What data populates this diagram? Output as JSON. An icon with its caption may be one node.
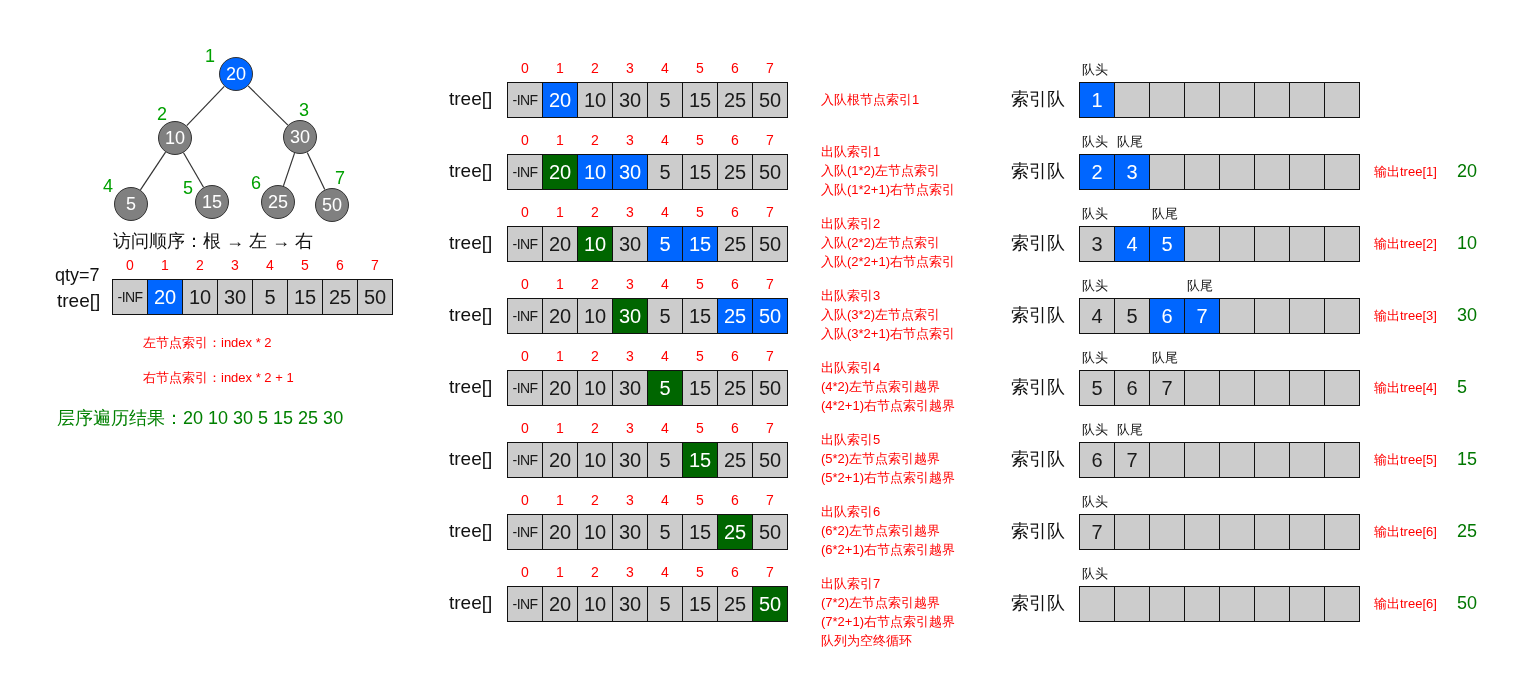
{
  "diagram": {
    "nodes": [
      {
        "text": [
          "20"
        ],
        "beside": [
          "1"
        ]
      },
      {
        "text": [
          "10"
        ],
        "beside": [
          "2"
        ]
      },
      {
        "text": [
          "30"
        ],
        "beside": [
          "3"
        ]
      },
      {
        "text": [
          "5"
        ],
        "beside": [
          "4"
        ]
      },
      {
        "text": [
          "15"
        ],
        "beside": [
          "5"
        ]
      },
      {
        "text": [
          "25"
        ],
        "beside": [
          "6"
        ]
      },
      {
        "text": [
          "50"
        ],
        "beside": [
          "7"
        ]
      },
      {
        "text": [
          "-INF"
        ],
        "beside": [
          "0"
        ]
      },
      {
        "text": [
          "20"
        ],
        "beside": [
          "1"
        ]
      },
      {
        "text": [
          "10"
        ],
        "beside": [
          "2"
        ]
      },
      {
        "text": [
          "30"
        ],
        "beside": [
          "3"
        ]
      },
      {
        "text": [
          "5"
        ],
        "beside": [
          "4"
        ]
      },
      {
        "text": [
          "15"
        ],
        "beside": [
          "5"
        ]
      },
      {
        "text": [
          "25"
        ],
        "beside": [
          "6"
        ]
      },
      {
        "text": [
          "50"
        ],
        "beside": [
          "7"
        ]
      },
      {
        "text": [
          "-INF"
        ],
        "beside": [
          "0"
        ]
      },
      {
        "text": [
          "20"
        ],
        "beside": [
          "1"
        ]
      },
      {
        "text": [
          "10"
        ],
        "beside": [
          "2"
        ]
      },
      {
        "text": [
          "30"
        ],
        "beside": [
          "3"
        ]
      },
      {
        "text": [
          "5"
        ],
        "beside": [
          "4"
        ]
      },
      {
        "text": [
          "15"
        ],
        "beside": [
          "5"
        ]
      },
      {
        "text": [
          "25"
        ],
        "beside": [
          "6"
        ]
      },
      {
        "text": [
          "50"
        ],
        "beside": [
          "7"
        ]
      },
      {
        "text": [
          "1"
        ],
        "beside": [
          "队头"
        ]
      },
      {
        "text": [],
        "shape": "box"
      },
      {
        "text": [],
        "shape": "box"
      },
      {
        "text": [],
        "shape": "box"
      },
      {
        "text": [],
        "shape": "box"
      },
      {
        "text": [],
        "shape": "box"
      },
      {
        "text": [],
        "shape": "box"
      },
      {
        "text": [],
        "shape": "box"
      },
      {
        "text": [
          "-INF"
        ],
        "beside": [
          "0"
        ]
      },
      {
        "text": [
          "20"
        ],
        "beside": [
          "1"
        ]
      },
      {
        "text": [
          "10"
        ],
        "beside": [
          "2"
        ]
      },
      {
        "text": [
          "30"
        ],
        "beside": [
          "3"
        ]
      },
      {
        "text": [
          "5"
        ],
        "beside": [
          "4"
        ]
      },
      {
        "text": [
          "15"
        ],
        "beside": [
          "5"
        ]
      },
      {
        "text": [
          "25"
        ],
        "beside": [
          "6"
        ]
      },
      {
        "text": [
          "50"
        ],
        "beside": [
          "7"
        ]
      },
      {
        "text": [
          "2"
        ],
        "beside": [
          "队头"
        ]
      },
      {
        "text": [
          "3"
        ],
        "beside": [
          "队尾"
        ]
      },
      {
        "text": [],
        "shape": "box"
      },
      {
        "text": [],
        "shape": "box"
      },
      {
        "text": [],
        "shape": "box"
      },
      {
        "text": [],
        "shape": "box"
      },
      {
        "text": [],
        "shape": "box"
      },
      {
        "text": [],
        "shape": "box"
      },
      {
        "text": [
          "-INF"
        ],
        "beside": [
          "0"
        ]
      },
      {
        "text": [
          "20"
        ],
        "beside": [
          "1"
        ]
      },
      {
        "text": [
          "10"
        ],
        "beside": [
          "2"
        ]
      },
      {
        "text": [
          "30"
        ],
        "beside": [
          "3"
        ]
      },
      {
        "text": [
          "5"
        ],
        "beside": [
          "4"
        ]
      },
      {
        "text": [
          "15"
        ],
        "beside": [
          "5"
        ]
      },
      {
        "text": [
          "25"
        ],
        "beside": [
          "6"
        ]
      },
      {
        "text": [
          "50"
        ],
        "beside": [
          "7"
        ]
      },
      {
        "text": [
          "3"
        ],
        "beside": [
          "队头"
        ]
      },
      {
        "text": [
          "4"
        ]
      },
      {
        "text": [
          "5"
        ],
        "beside": [
          "队尾"
        ]
      },
      {
        "text": [],
        "shape": "box"
      },
      {
        "text": [],
        "shape": "box"
      },
      {
        "text": [],
        "shape": "box"
      },
      {
        "text": [],
        "shape": "box"
      },
      {
        "text": [],
        "shape": "box"
      },
      {
        "text": [
          "-INF"
        ],
        "beside": [
          "0"
        ]
      },
      {
        "text": [
          "20"
        ],
        "beside": [
          "1"
        ]
      },
      {
        "text": [
          "10"
        ],
        "beside": [
          "2"
        ]
      },
      {
        "text": [
          "30"
        ],
        "beside": [
          "3"
        ]
      },
      {
        "text": [
          "5"
        ],
        "beside": [
          "4"
        ]
      },
      {
        "text": [
          "15"
        ],
        "beside": [
          "5"
        ]
      },
      {
        "text": [
          "25"
        ],
        "beside": [
          "6"
        ]
      },
      {
        "text": [
          "50"
        ],
        "beside": [
          "7"
        ]
      },
      {
        "text": [
          "4"
        ],
        "beside": [
          "队头"
        ]
      },
      {
        "text": [
          "5"
        ]
      },
      {
        "text": [
          "6"
        ]
      },
      {
        "text": [
          "7"
        ],
        "beside": [
          "队尾"
        ]
      },
      {
        "text": [],
        "shape": "box"
      },
      {
        "text": [],
        "shape": "box"
      },
      {
        "text": [],
        "shape": "box"
      },
      {
        "text": [],
        "shape": "box"
      },
      {
        "text": [
          "-INF"
        ],
        "beside": [
          "0"
        ]
      },
      {
        "text": [
          "20"
        ],
        "beside": [
          "1"
        ]
      },
      {
        "text": [
          "10"
        ],
        "beside": [
          "2"
        ]
      },
      {
        "text": [
          "30"
        ],
        "beside": [
          "3"
        ]
      },
      {
        "text": [
          "5"
        ],
        "beside": [
          "4"
        ]
      },
      {
        "text": [
          "15"
        ],
        "beside": [
          "5"
        ]
      },
      {
        "text": [
          "25"
        ],
        "beside": [
          "6"
        ]
      },
      {
        "text": [
          "50"
        ],
        "beside": [
          "7"
        ]
      },
      {
        "text": [
          "5"
        ],
        "beside": [
          "队头"
        ]
      },
      {
        "text": [
          "6"
        ]
      },
      {
        "text": [
          "7"
        ],
        "beside": [
          "队尾"
        ]
      },
      {
        "text": [],
        "shape": "box"
      },
      {
        "text": [],
        "shape": "box"
      },
      {
        "text": [],
        "shape": "box"
      },
      {
        "text": [],
        "shape": "box"
      },
      {
        "text": [],
        "shape": "box"
      },
      {
        "text": [
          "-INF"
        ],
        "beside": [
          "0"
        ]
      },
      {
        "text": [
          "20"
        ],
        "beside": [
          "1"
        ]
      },
      {
        "text": [
          "10"
        ],
        "beside": [
          "2"
        ]
      },
      {
        "text": [
          "30"
        ],
        "beside": [
          "3"
        ]
      },
      {
        "text": [
          "5"
        ],
        "beside": [
          "4"
        ]
      },
      {
        "text": [
          "15"
        ],
        "beside": [
          "5"
        ]
      },
      {
        "text": [
          "25"
        ],
        "beside": [
          "6"
        ]
      },
      {
        "text": [
          "50"
        ],
        "beside": [
          "7"
        ]
      },
      {
        "text": [
          "6"
        ],
        "beside": [
          "队头"
        ]
      },
      {
        "text": [
          "7"
        ],
        "beside": [
          "队尾"
        ]
      },
      {
        "text": [],
        "shape": "box"
      },
      {
        "text": [],
        "shape": "box"
      },
      {
        "text": [],
        "shape": "box"
      },
      {
        "text": [],
        "shape": "box"
      },
      {
        "text": [],
        "shape": "box"
      },
      {
        "text": [],
        "shape": "box"
      },
      {
        "text": [
          "-INF"
        ],
        "beside": [
          "0"
        ]
      },
      {
        "text": [
          "20"
        ],
        "beside": [
          "1"
        ]
      },
      {
        "text": [
          "10"
        ],
        "beside": [
          "2"
        ]
      },
      {
        "text": [
          "30"
        ],
        "beside": [
          "3"
        ]
      },
      {
        "text": [
          "5"
        ],
        "beside": [
          "4"
        ]
      },
      {
        "text": [
          "15"
        ],
        "beside": [
          "5"
        ]
      },
      {
        "text": [
          "25"
        ],
        "beside": [
          "6"
        ]
      },
      {
        "text": [
          "50"
        ],
        "beside": [
          "7"
        ]
      },
      {
        "text": [
          "7"
        ],
        "beside": [
          "队头"
        ]
      },
      {
        "text": [],
        "shape": "box"
      },
      {
        "text": [],
        "shape": "box"
      },
      {
        "text": [],
        "shape": "box"
      },
      {
        "text": [],
        "shape": "box"
      },
      {
        "text": [],
        "shape": "box"
      },
      {
        "text": [],
        "shape": "box"
      },
      {
        "text": [],
        "shape": "box"
      },
      {
        "text": [
          "-INF"
        ],
        "beside": [
          "0"
        ]
      },
      {
        "text": [
          "20"
        ],
        "beside": [
          "1"
        ]
      },
      {
        "text": [
          "10"
        ],
        "beside": [
          "2"
        ]
      },
      {
        "text": [
          "30"
        ],
        "beside": [
          "3"
        ]
      },
      {
        "text": [
          "5"
        ],
        "beside": [
          "4"
        ]
      },
      {
        "text": [
          "15"
        ],
        "beside": [
          "5"
        ]
      },
      {
        "text": [
          "25"
        ],
        "beside": [
          "6"
        ]
      },
      {
        "text": [
          "50"
        ],
        "beside": [
          "7"
        ]
      },
      {
        "text": [],
        "shape": "box",
        "beside": [
          "队头"
        ]
      },
      {
        "text": [],
        "shape": "box"
      },
      {
        "text": [],
        "shape": "box"
      },
      {
        "text": [],
        "shape": "box"
      },
      {
        "text": [],
        "shape": "box"
      },
      {
        "text": [],
        "shape": "box"
      },
      {
        "text": [],
        "shape": "box"
      },
      {
        "text": [],
        "shape": "box"
      }
    ],
    "edges": [
      {
        "from": 0,
        "to": 1,
        "arrow": "none"
      },
      {
        "from": 0,
        "to": 2,
        "arrow": "none"
      },
      {
        "from": 1,
        "to": 3,
        "arrow": "none"
      },
      {
        "from": 1,
        "to": 4,
        "arrow": "none"
      },
      {
        "from": 2,
        "to": 5,
        "arrow": "none"
      },
      {
        "from": 2,
        "to": 6,
        "arrow": "none"
      }
    ],
    "labels": [
      "访问顺序：根 → 左 → 右",
      "qty=7",
      "tree[]",
      "左节点索引：index * 2",
      "右节点索引：index * 2 + 1",
      "层序遍历结果：20 10 30 5 15 25 30",
      "tree[]",
      "入队根节点索引1",
      "索引队",
      "tree[]",
      "出队索引1",
      "入队(1*2)左节点索引",
      "入队(1*2+1)右节点索引",
      "索引队",
      "输出tree[1]",
      "20",
      "tree[]",
      "出队索引2",
      "入队(2*2)左节点索引",
      "入队(2*2+1)右节点索引",
      "索引队",
      "输出tree[2]",
      "10",
      "tree[]",
      "出队索引3",
      "入队(3*2)左节点索引",
      "入队(3*2+1)右节点索引",
      "索引队",
      "输出tree[3]",
      "30",
      "tree[]",
      "出队索引4",
      "(4*2)左节点索引越界",
      "(4*2+1)右节点索引越界",
      "索引队",
      "输出tree[4]",
      "5",
      "tree[]",
      "出队索引5",
      "(5*2)左节点索引越界",
      "(5*2+1)右节点索引越界",
      "索引队",
      "输出tree[5]",
      "15",
      "tree[]",
      "出队索引6",
      "(6*2)左节点索引越界",
      "(6*2+1)右节点索引越界",
      "索引队",
      "输出tree[6]",
      "25",
      "tree[]",
      "出队索引7",
      "(7*2)左节点索引越界",
      "(7*2+1)右节点索引越界",
      "队列为空终循环",
      "索引队",
      "输出tree[6]",
      "50"
    ]
  }
}
